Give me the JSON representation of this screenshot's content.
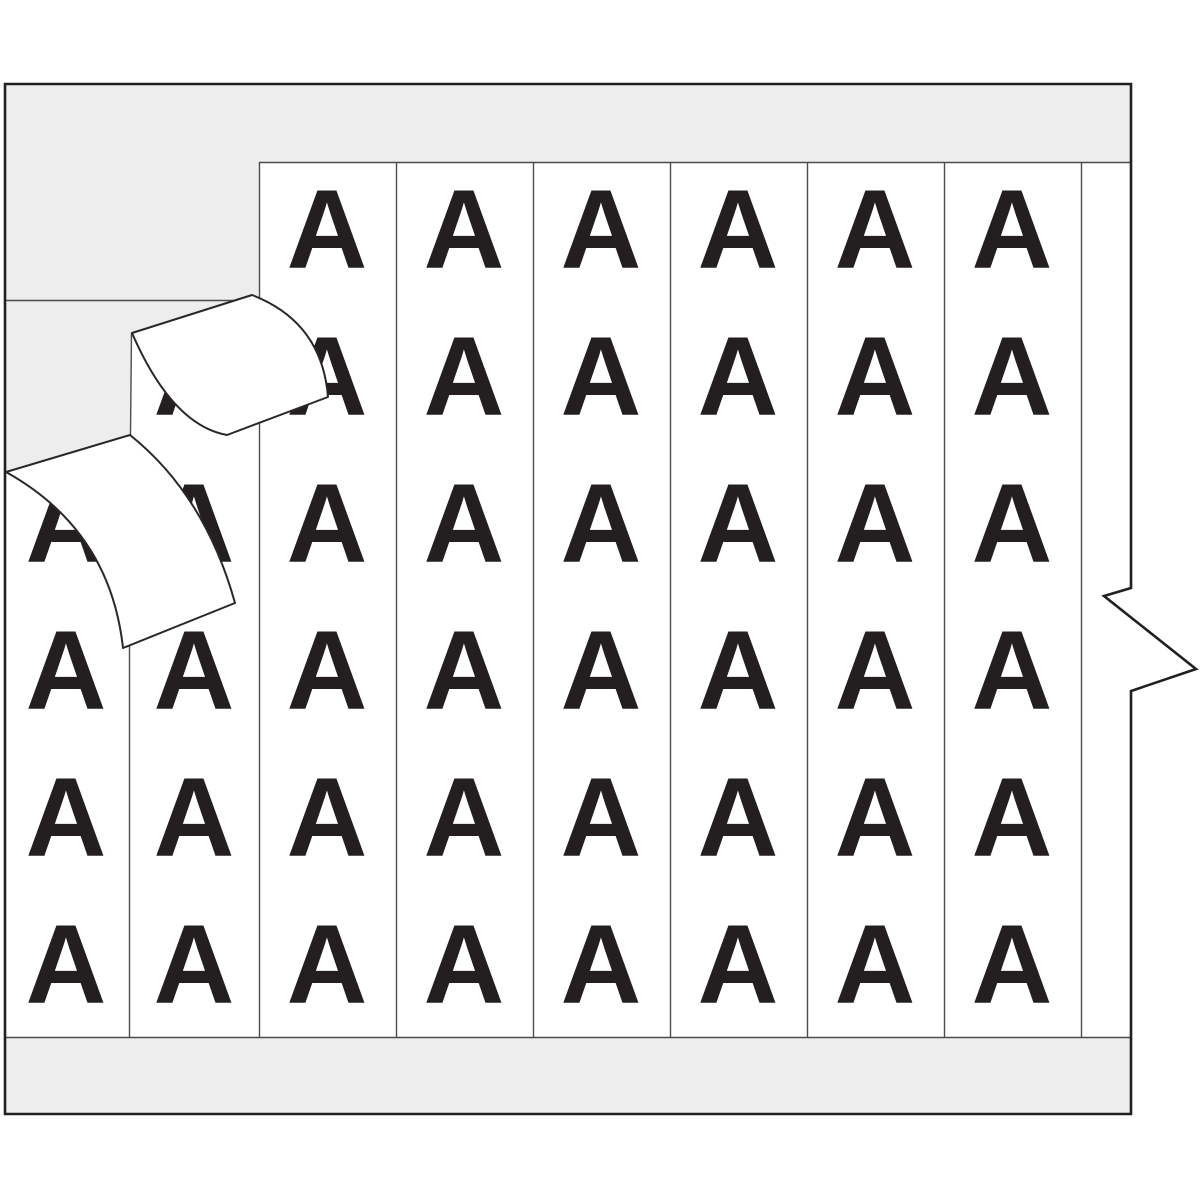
{
  "illustration": {
    "marker_character": "A",
    "rows_per_strip": 6,
    "strips": [
      {
        "cells": [
          "",
          "",
          "A",
          "A",
          "A",
          "A"
        ]
      },
      {
        "cells": [
          "",
          "A",
          "A",
          "A",
          "A",
          "A"
        ]
      },
      {
        "cells": [
          "A",
          "A",
          "A",
          "A",
          "A",
          "A"
        ]
      },
      {
        "cells": [
          "A",
          "A",
          "A",
          "A",
          "A",
          "A"
        ]
      },
      {
        "cells": [
          "A",
          "A",
          "A",
          "A",
          "A",
          "A"
        ]
      },
      {
        "cells": [
          "A",
          "A",
          "A",
          "A",
          "A",
          "A"
        ]
      },
      {
        "cells": [
          "A",
          "A",
          "A",
          "A",
          "A",
          "A"
        ]
      },
      {
        "cells": [
          "A",
          "A",
          "A",
          "A",
          "A",
          "A"
        ]
      },
      {
        "cells": []
      }
    ],
    "peeled_labels": [
      "upper-curl-label",
      "lower-curl-label"
    ],
    "colors": {
      "liner_gray": "#ededed",
      "label_white": "#ffffff",
      "ink": "#231f20",
      "thin_line": "#4d4d4d",
      "page_background": "#ffffff"
    }
  }
}
